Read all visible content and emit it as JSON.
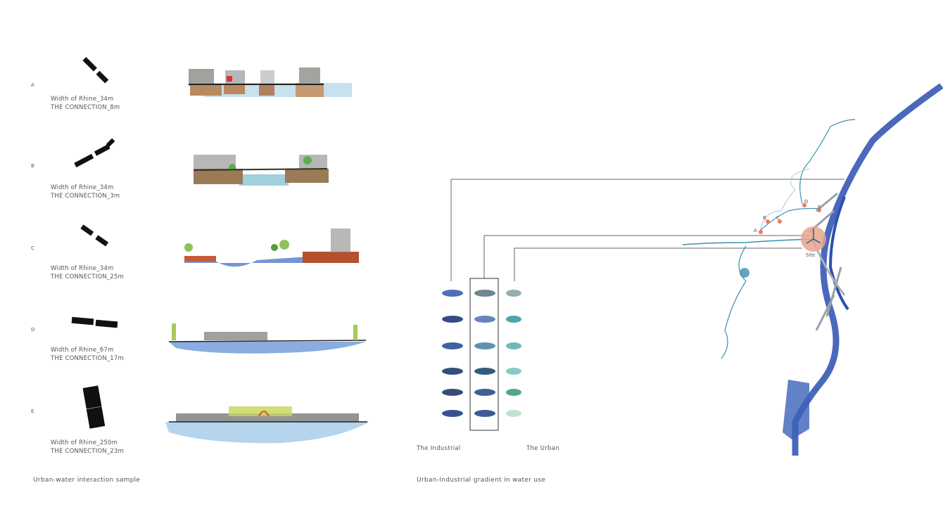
{
  "samples": [
    {
      "letter": "A",
      "width": "Width of Rhine_34m",
      "connection": "THE CONNECTION_8m"
    },
    {
      "letter": "B",
      "width": "Width of Rhine_34m",
      "connection": "THE CONNECTION_3m"
    },
    {
      "letter": "C",
      "width": "Width of Rhine_34m",
      "connection": "THE CONNECTION_25m"
    },
    {
      "letter": "D",
      "width": "Width of Rhine_67m",
      "connection": "THE CONNECTION_17m"
    },
    {
      "letter": "E",
      "width": "Width of Rhine_250m",
      "connection": "THE CONNECTION_23m"
    }
  ],
  "left_title": "Urban-water interaction sample",
  "gradient": {
    "title": "Urban-Industrial gradient in water use",
    "industrial_label": "The Industrial",
    "urban_label": "The Urban",
    "columns": [
      [
        "#3d5fa8",
        "#1f3a7a",
        "#2c4f96",
        "#1d3d6e",
        "#22386a",
        "#263f85"
      ],
      [
        "#5d7a86",
        "#5478b8",
        "#4f86a8",
        "#1c4a6a",
        "#2a4f8a",
        "#274a8a"
      ],
      [
        "#8aa6a8",
        "#3b9a9e",
        "#5fb3b0",
        "#7cc4bf",
        "#3f9c7c",
        "#b9dfc6"
      ]
    ]
  },
  "map": {
    "points": [
      "A",
      "B",
      "C",
      "D",
      "E"
    ],
    "site_label": "Site",
    "river_color": "#2a4fb0",
    "tributary_color": "#3a8fb0",
    "site_color": "#e8a58c",
    "point_color": "#ef7a5a"
  }
}
